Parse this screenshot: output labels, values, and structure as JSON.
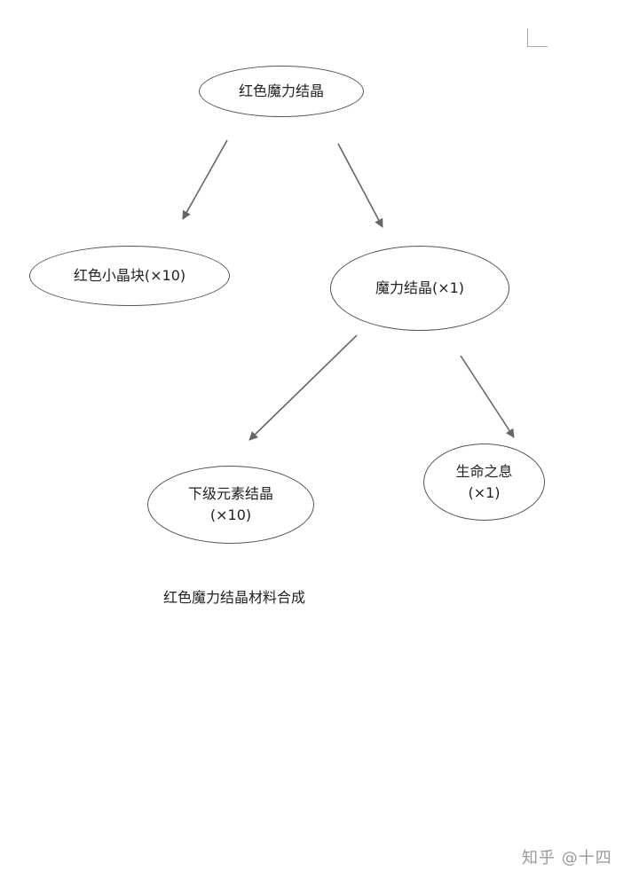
{
  "nodes": {
    "root": {
      "label": "红色魔力结晶"
    },
    "small": {
      "label": "红色小晶块(×10)"
    },
    "magic": {
      "label": "魔力结晶(×1)"
    },
    "lower": {
      "line1": "下级元素结晶",
      "line2": "(×10)"
    },
    "life": {
      "line1": "生命之息",
      "line2": "(×1)"
    }
  },
  "edges": [
    {
      "from": "红色魔力结晶",
      "to": "红色小晶块(×10)"
    },
    {
      "from": "红色魔力结晶",
      "to": "魔力结晶(×1)"
    },
    {
      "from": "魔力结晶(×1)",
      "to": "下级元素结晶 (×10)"
    },
    {
      "from": "魔力结晶(×1)",
      "to": "生命之息 (×1)"
    }
  ],
  "caption": "红色魔力结晶材料合成",
  "watermark": "知乎 @十四",
  "colors": {
    "line": "#666666",
    "border": "#555555",
    "text": "#222222",
    "watermark": "#9a9a9a"
  }
}
